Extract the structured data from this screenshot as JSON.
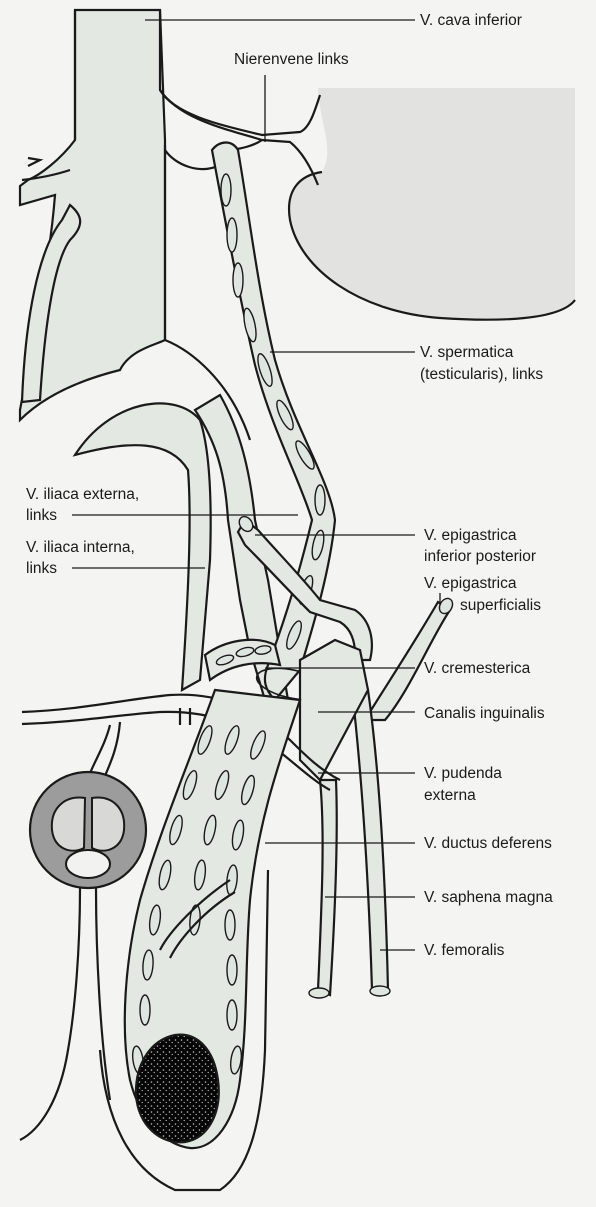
{
  "labels": {
    "v_cava_inferior": "V. cava inferior",
    "nierenvene_links": "Nierenvene links",
    "v_spermatica_line1": "V. spermatica",
    "v_spermatica_line2": "(testicularis), links",
    "v_iliaca_externa_line1": "V. iliaca externa,",
    "v_iliaca_externa_line2": "links",
    "v_iliaca_interna_line1": "V. iliaca interna,",
    "v_iliaca_interna_line2": "links",
    "v_epigastrica_inferior_line1": "V. epigastrica",
    "v_epigastrica_inferior_line2": "inferior posterior",
    "v_epigastrica_superficialis_line1": "V. epigastrica",
    "v_epigastrica_superficialis_line2": "superficialis",
    "v_cremesterica": "V. cremesterica",
    "canalis_inguinalis": "Canalis inguinalis",
    "v_pudenda_externa_line1": "V. pudenda",
    "v_pudenda_externa_line2": "externa",
    "v_ductus_deferens": "V. ductus deferens",
    "v_saphena_magna": "V. saphena magna",
    "v_femoralis": "V. femoralis"
  },
  "colors": {
    "vein_fill": "#e3e8e3",
    "outline": "#1a1a1a",
    "kidney": "#e2e2e0",
    "penis_section": "#9c9c9c",
    "testis": "#050505",
    "background": "#f4f4f2"
  }
}
